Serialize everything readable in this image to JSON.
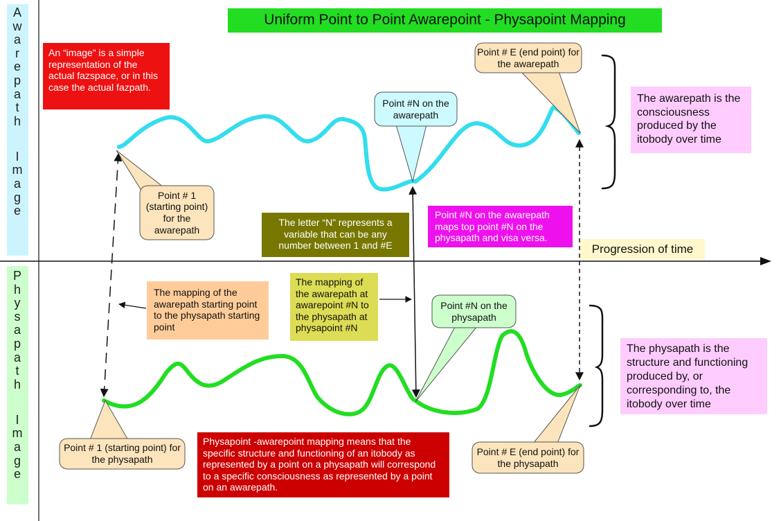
{
  "title": "Uniform Point to Point Awarepoint - Physapoint Mapping",
  "side_labels": {
    "aware": "Awarepath Image",
    "physa": "Physapath Image"
  },
  "notes": {
    "image_note": "An “image” is a simple representation of the actual fazspace, or in this case the actual fazpath.",
    "aware_desc": "The awarepath is the consciousness produced by the itobody over time",
    "physa_desc": "The physapath is the structure and functioning produced by, or corresponding to, the itobody over time",
    "letter_n": "The letter “N” represents a variable that can be any number between 1 and #E",
    "maps_note": "Point #N on the awarepath maps top point #N on the physapath and visa versa.",
    "progression": "Progression of time",
    "start_mapping": "The mapping of the awarepath starting point to the physapath starting point",
    "n_mapping": "The mapping of the awarepath at awarepoint #N to the physapath at physapoint #N",
    "definition": "Physapoint -awarepoint mapping means that the specific structure and functioning of an itobody as represented by a point on a physapath will correspond to a specific consciousness as represented by a point on an awarepath."
  },
  "callouts": {
    "aware_end": "Point # E (end point) for the awarepath",
    "aware_n": "Point #N on the awarepath",
    "aware_start": "Point # 1 (starting point) for the awarepath",
    "physa_n": "Point #N on the physapath",
    "physa_start": "Point # 1 (starting point) for the physapath",
    "physa_end": "Point # E (end point) for the physapath"
  },
  "colors": {
    "title_bg": "#22dd22",
    "awarepath_line": "#33ddee",
    "physapath_line": "#22dd22",
    "aware_side_bg": "#ccf4ff",
    "physa_side_bg": "#ccffcc",
    "callout_tan": "#fce4bc",
    "callout_cyan": "#ccfaff",
    "callout_green": "#ccffcc"
  }
}
